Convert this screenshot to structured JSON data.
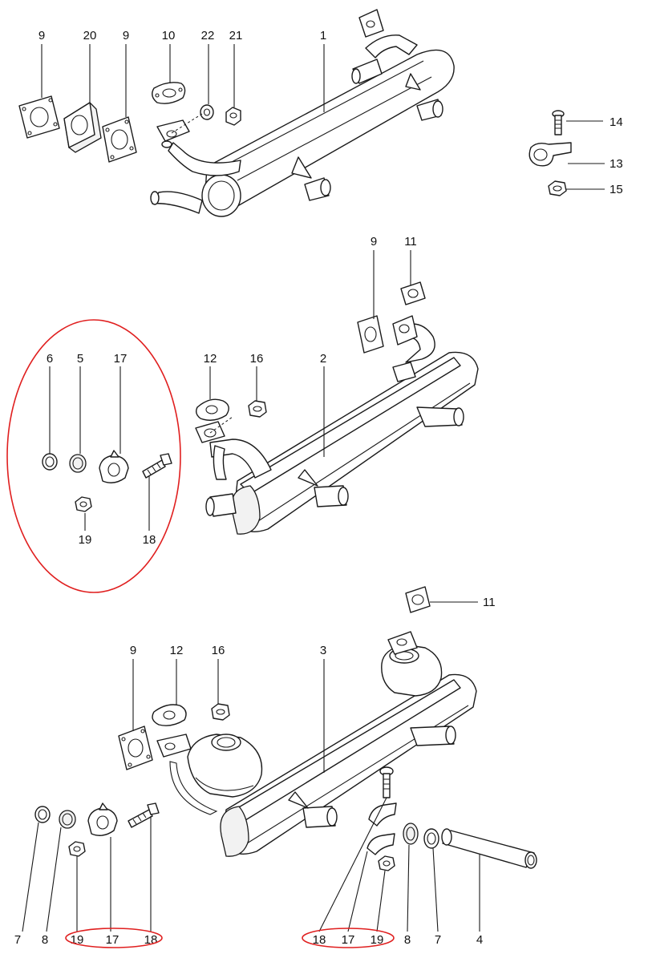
{
  "colors": {
    "line": "#1a1a1a",
    "highlight": "#e01f1f",
    "background": "#ffffff"
  },
  "labels": {
    "s1_9a": "9",
    "s1_20": "20",
    "s1_9b": "9",
    "s1_10": "10",
    "s1_22": "22",
    "s1_21": "21",
    "s1_1": "1",
    "s1_14": "14",
    "s1_13": "13",
    "s1_15": "15",
    "s2_9": "9",
    "s2_11": "11",
    "s2_6": "6",
    "s2_5": "5",
    "s2_17": "17",
    "s2_12": "12",
    "s2_16": "16",
    "s2_2": "2",
    "s2_19": "19",
    "s2_18": "18",
    "s3_11": "11",
    "s3_9": "9",
    "s3_12": "12",
    "s3_16": "16",
    "s3_3": "3",
    "s3_b7": "7",
    "s3_b8": "8",
    "s3_b19": "19",
    "s3_b17": "17",
    "s3_b18": "18",
    "s3_c18": "18",
    "s3_c17": "17",
    "s3_c19": "19",
    "s3_c8": "8",
    "s3_c7": "7",
    "s3_c4": "4"
  }
}
